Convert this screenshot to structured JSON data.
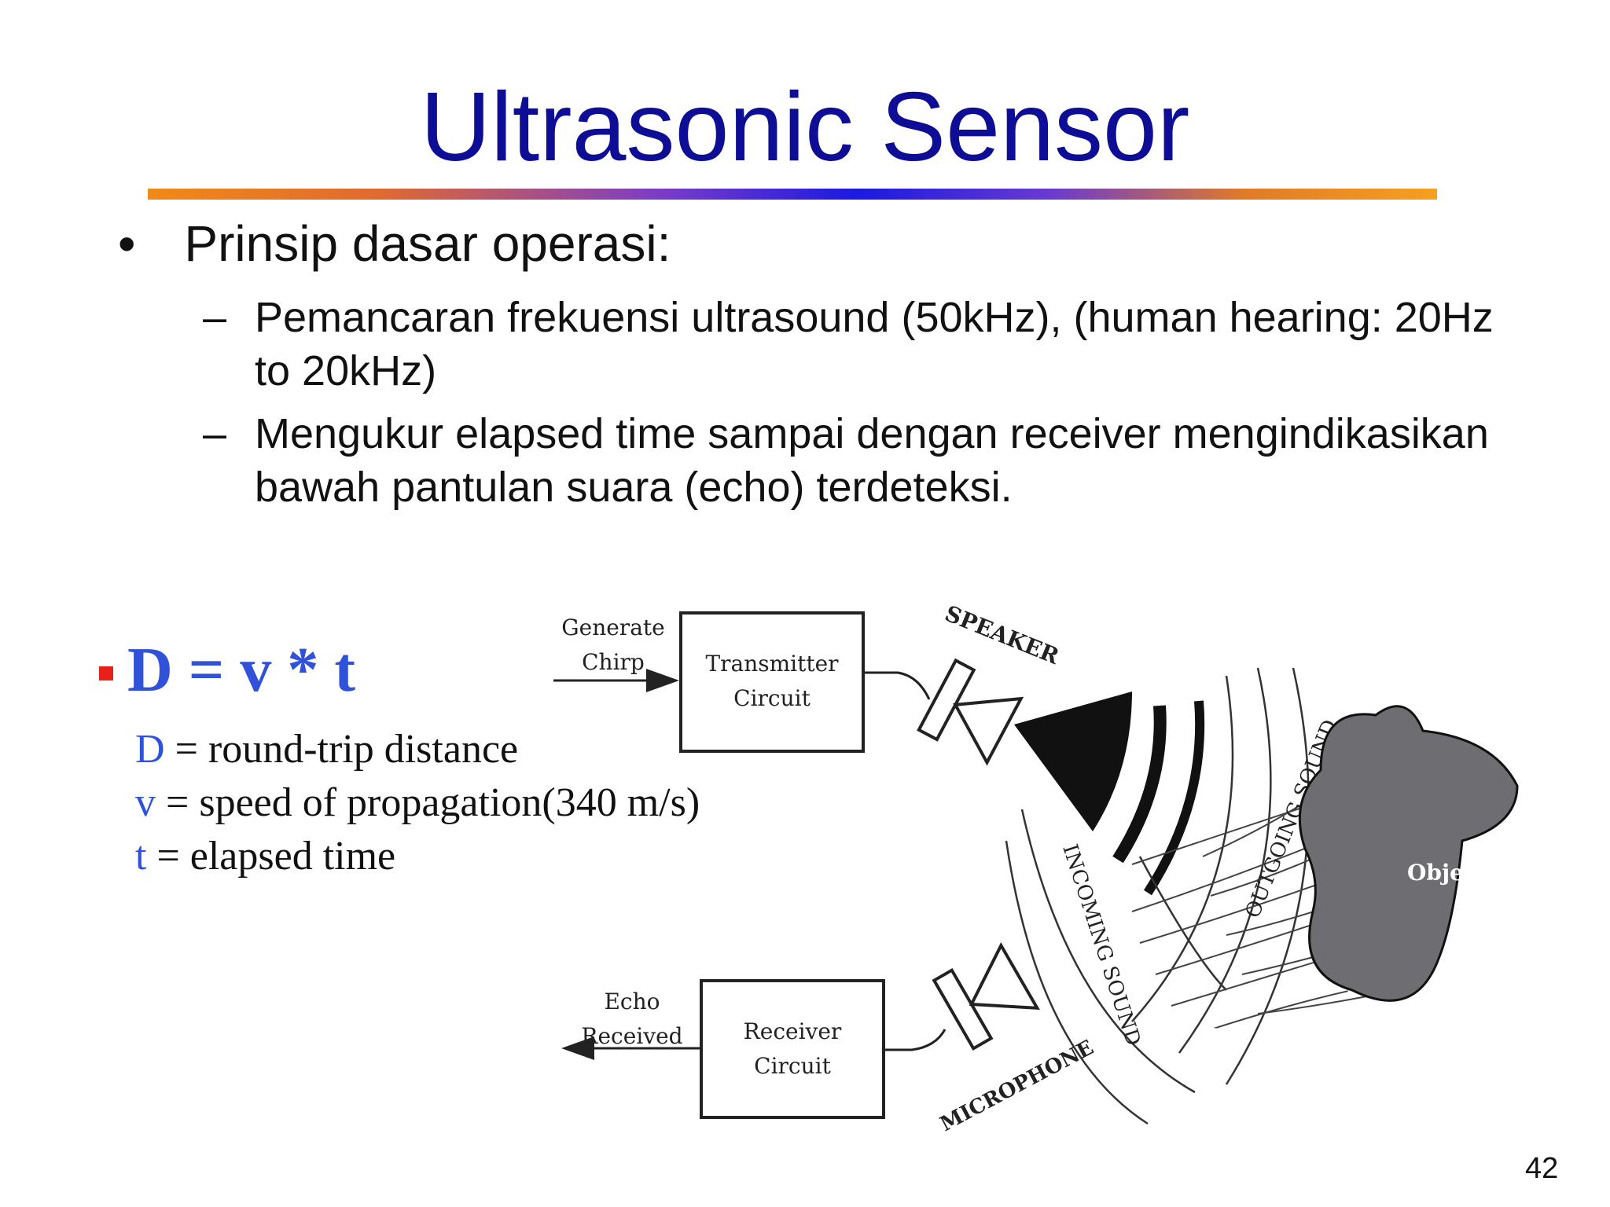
{
  "slide": {
    "title": "Ultrasonic Sensor",
    "bullet": "Prinsip dasar operasi:",
    "sub_items": [
      {
        "dash": "–",
        "text": "Pemancaran frekuensi ultrasound (50kHz), (human hearing: 20Hz to 20kHz)"
      },
      {
        "dash": "–",
        "text": "Mengukur elapsed time sampai dengan receiver mengindikasikan bawah pantulan suara (echo) terdeteksi."
      }
    ],
    "formula": "D = v * t",
    "definitions": [
      {
        "var": "D",
        "text": " = round-trip distance"
      },
      {
        "var": "v",
        "text": " = speed of propagation(340 m/s)"
      },
      {
        "var": "t",
        "text": " = elapsed time"
      }
    ],
    "page_number": "42",
    "colors": {
      "title": "#0d0d96",
      "formula": "#2f52d8",
      "bullet_square": "#e8201c"
    }
  },
  "diagram": {
    "generate_line1": "Generate",
    "generate_line2": "Chirp",
    "transmitter_line1": "Transmitter",
    "transmitter_line2": "Circuit",
    "speaker": "SPEAKER",
    "outgoing": "OUTGOING SOUND",
    "incoming": "INCOMING SOUND",
    "object": "Object",
    "echo_line1": "Echo",
    "echo_line2": "Received",
    "receiver_line1": "Receiver",
    "receiver_line2": "Circuit",
    "microphone": "MICROPHONE"
  }
}
